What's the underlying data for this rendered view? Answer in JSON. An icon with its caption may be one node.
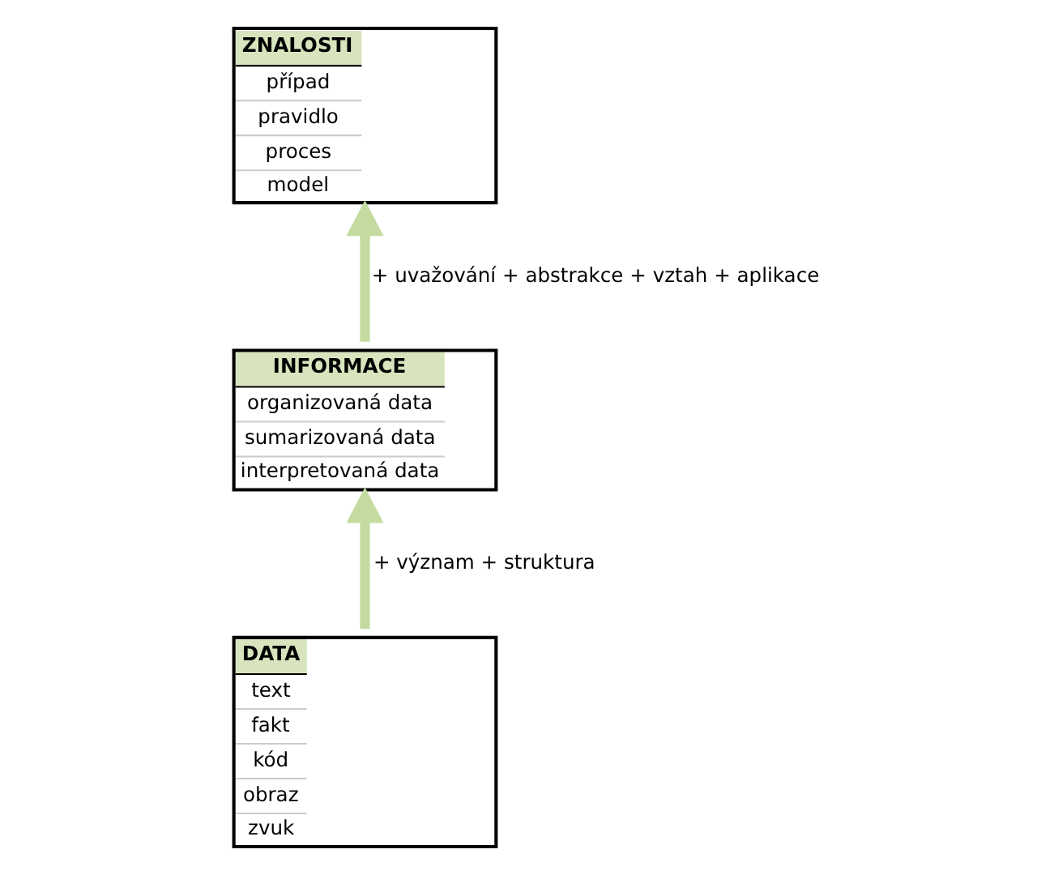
{
  "diagram": {
    "nodes": [
      {
        "text": [
          "ZNALOSTI",
          "případ",
          "pravidlo",
          "proces",
          "model"
        ]
      },
      {
        "text": [
          "INFORMACE",
          "organizovaná data",
          "sumarizovaná data",
          "interpretovaná data"
        ]
      },
      {
        "text": [
          "DATA",
          "text",
          "fakt",
          "kód",
          "obraz",
          "zvuk"
        ]
      }
    ],
    "edges": [
      {
        "from": 1,
        "to": 0,
        "arrow": "to",
        "label": "+ uvažování + abstrakce + vztah + aplikace"
      },
      {
        "from": 2,
        "to": 1,
        "arrow": "to",
        "label": "+ význam + struktura"
      }
    ]
  }
}
